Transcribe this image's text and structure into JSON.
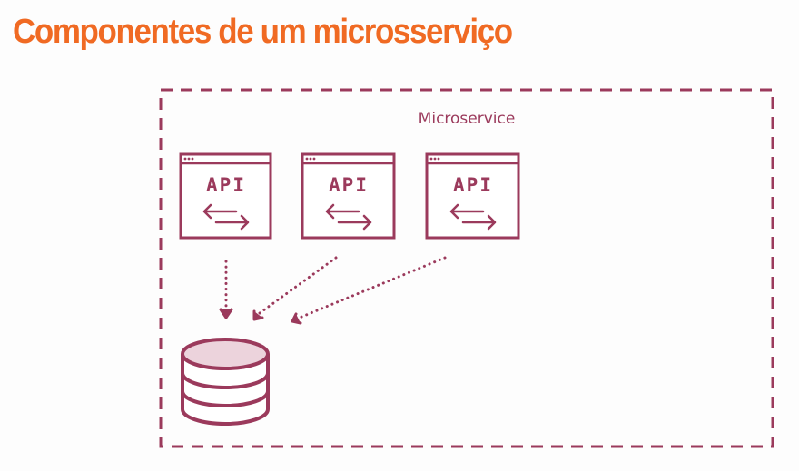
{
  "title": "Componentes de um microsserviço",
  "container": {
    "label": "Microservice"
  },
  "api_cards": [
    {
      "label": "API",
      "icon": "bidirectional-arrows-icon"
    },
    {
      "label": "API",
      "icon": "bidirectional-arrows-icon"
    },
    {
      "label": "API",
      "icon": "bidirectional-arrows-icon"
    }
  ],
  "database": {
    "icon": "database-icon"
  },
  "colors": {
    "title": "#f06a23",
    "stroke": "#9b3a5c",
    "db_top_fill": "#ecd3dc",
    "background": "#fdfdfd"
  }
}
